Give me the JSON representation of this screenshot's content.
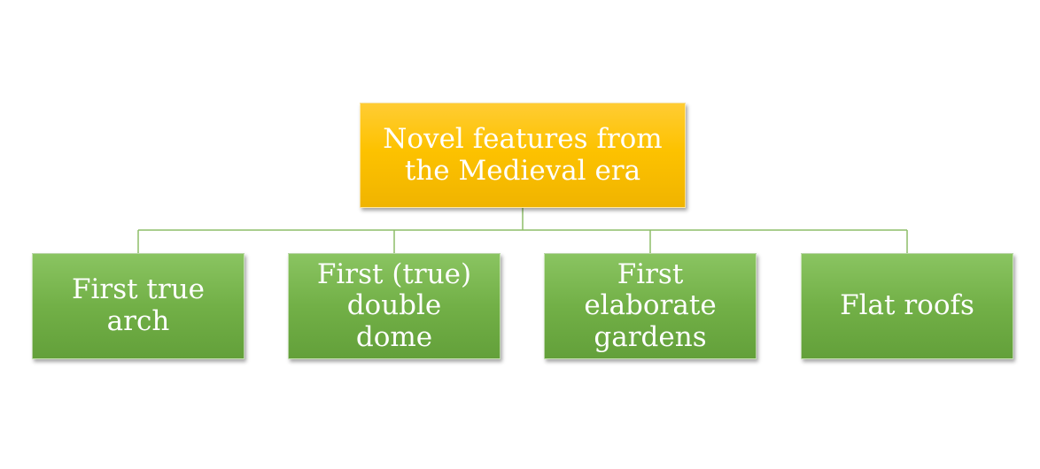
{
  "diagram": {
    "root": {
      "label": "Novel features from the Medieval era"
    },
    "children": [
      {
        "label": "First true arch"
      },
      {
        "label": "First (true) double dome"
      },
      {
        "label": "First elaborate gardens"
      },
      {
        "label": "Flat roofs"
      }
    ],
    "colors": {
      "root_fill": "#fdc200",
      "child_fill": "#72b047",
      "connector": "#8dbd68",
      "text": "#ffffff"
    }
  }
}
